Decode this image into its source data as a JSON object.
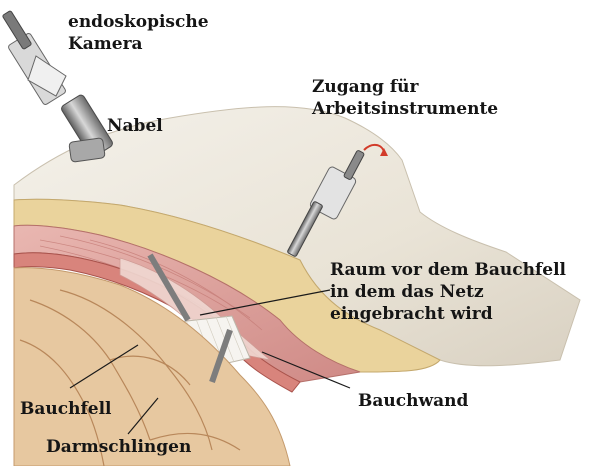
{
  "labels": {
    "camera": [
      "endoskopische",
      "Kamera"
    ],
    "navel": "Nabel",
    "access": [
      "Zugang für",
      "Arbeitsinstrumente"
    ],
    "space": [
      "Raum vor dem Bauchfell",
      "in dem das Netz",
      "eingebracht wird"
    ],
    "abdominal_wall": "Bauchwand",
    "peritoneum": "Bauchfell",
    "intestines": "Darmschlingen"
  },
  "colors": {
    "skin": "#ece6da",
    "fat": "#e8cf94",
    "muscle": "#d99a96",
    "peritoneum": "#c9615a",
    "instrument_metal": "#8c8c8c",
    "leader_line": "#1a1a1a"
  }
}
